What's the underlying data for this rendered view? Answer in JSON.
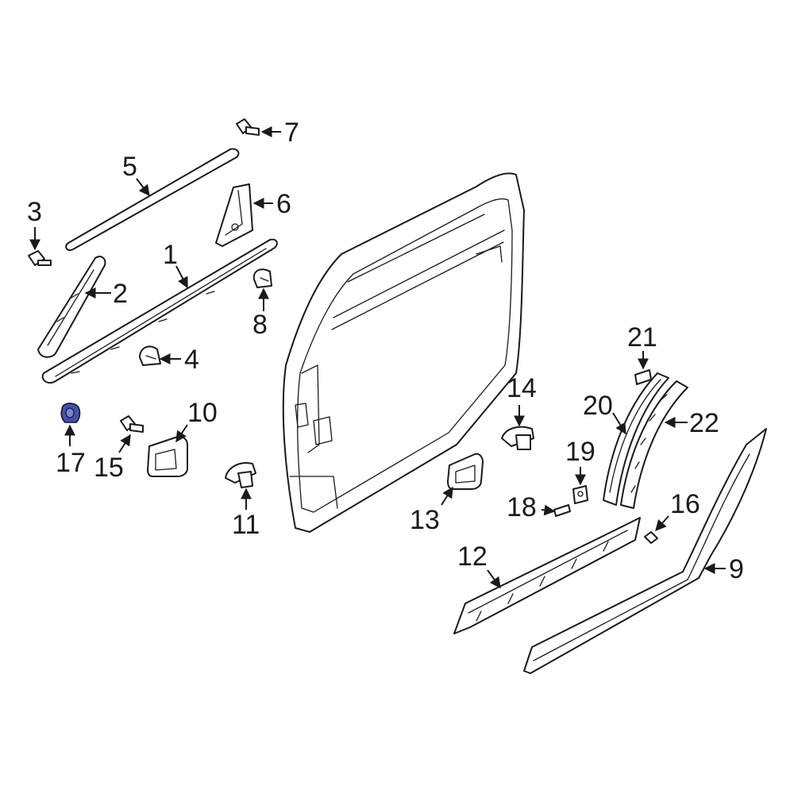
{
  "callouts": {
    "c1": "1",
    "c2": "2",
    "c3": "3",
    "c4": "4",
    "c5": "5",
    "c6": "6",
    "c7": "7",
    "c8": "8",
    "c9": "9",
    "c10": "10",
    "c11": "11",
    "c12": "12",
    "c13": "13",
    "c14": "14",
    "c15": "15",
    "c16": "16",
    "c17": "17",
    "c18": "18",
    "c19": "19",
    "c20": "20",
    "c21": "21",
    "c22": "22"
  },
  "colors": {
    "line": "#1a1a1a",
    "background": "#ffffff",
    "highlight": "#3f51b5"
  },
  "highlighted_part": "17"
}
